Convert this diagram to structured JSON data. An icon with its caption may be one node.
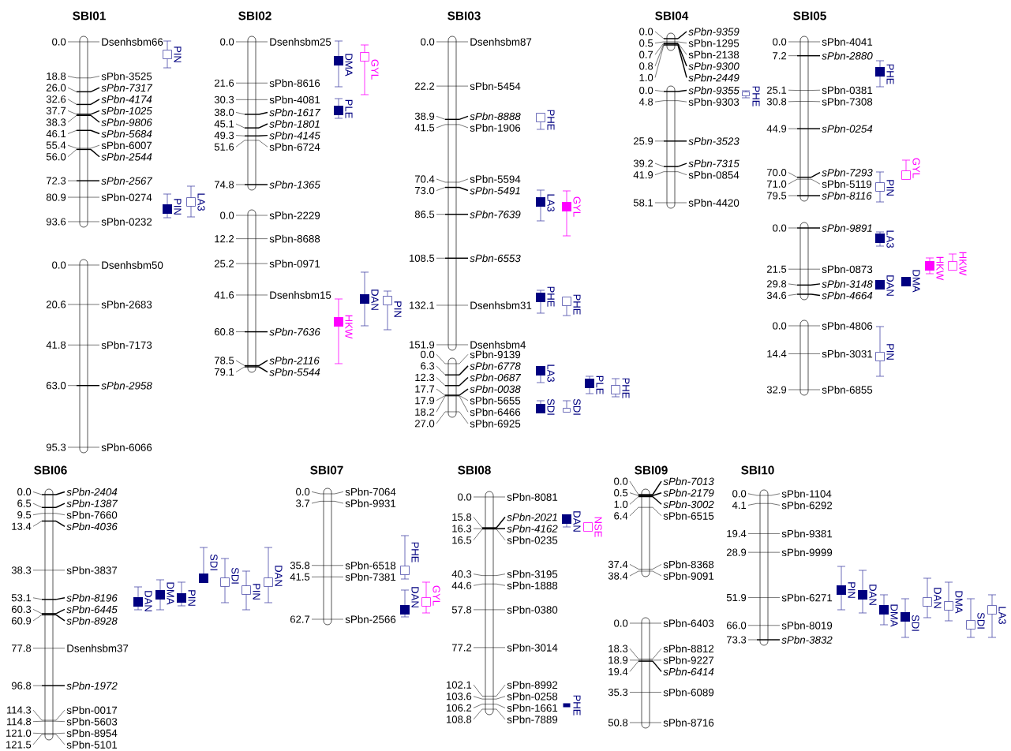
{
  "diagram": {
    "nodes": [
      {
        "text": [],
        "shape": "bar",
        "beside": [
          "0.0",
          "Dsenhsbm66",
          "18.8",
          "sPbn-3525",
          "26.0",
          "sPbn-7317",
          "32.6",
          "sPbn-4174",
          "37.7",
          "sPbn-1025",
          "38.3",
          "sPbn-9806",
          "46.1",
          "sPbn-5684",
          "55.4",
          "sPbn-6007",
          "56.0",
          "sPbn-2544",
          "72.3",
          "sPbn-2567",
          "80.9",
          "sPbn-0274",
          "93.6",
          "sPbn-0232"
        ]
      },
      {
        "text": [],
        "shape": "bar",
        "beside": [
          "0.0",
          "Dsenhsbm50",
          "20.6",
          "sPbn-2683",
          "41.8",
          "sPbn-7173",
          "63.0",
          "sPbn-2958",
          "95.3",
          "sPbn-6066"
        ]
      },
      {
        "text": [],
        "shape": "bar",
        "beside": [
          "0.0",
          "Dsenhsbm25",
          "21.6",
          "sPbn-8616",
          "30.3",
          "sPbn-4081",
          "38.0",
          "sPbn-1617",
          "45.1",
          "sPbn-1801",
          "49.3",
          "sPbn-4145",
          "51.6",
          "sPbn-6724",
          "74.8",
          "sPbn-1365"
        ]
      },
      {
        "text": [],
        "shape": "bar",
        "beside": [
          "0.0",
          "sPbn-2229",
          "12.2",
          "sPbn-8688",
          "25.2",
          "sPbn-0971",
          "41.6",
          "Dsenhsbm15",
          "60.8",
          "sPbn-7636",
          "78.5",
          "sPbn-2116",
          "79.1",
          "sPbn-5544"
        ]
      },
      {
        "text": [],
        "shape": "bar",
        "beside": [
          "0.0",
          "Dsenhsbm87",
          "22.2",
          "sPbn-5454",
          "38.9",
          "sPbn-8888",
          "41.5",
          "sPbn-1906",
          "70.4",
          "sPbn-5594",
          "73.0",
          "sPbn-5491",
          "86.5",
          "sPbn-7639",
          "108.5",
          "sPbn-6553",
          "132.1",
          "Dsenhsbm31",
          "151.9",
          "Dsenhsbm4"
        ]
      },
      {
        "text": [],
        "shape": "bar",
        "beside": [
          "0.0",
          "sPbn-9139",
          "6.3",
          "sPbn-6778",
          "12.3",
          "sPbn-0687",
          "17.7",
          "sPbn-0038",
          "17.9",
          "sPbn-5655",
          "18.2",
          "sPbn-6466",
          "27.0",
          "sPbn-6925"
        ]
      },
      {
        "text": [],
        "shape": "bar",
        "beside": [
          "0.0",
          "sPbn-9359",
          "0.5",
          "sPbn-1295",
          "0.7",
          "sPbn-2138",
          "0.8",
          "sPbn-9300",
          "1.0",
          "sPbn-2449"
        ]
      },
      {
        "text": [],
        "shape": "bar",
        "beside": [
          "0.0",
          "sPbn-9355",
          "4.8",
          "sPbn-9303",
          "25.9",
          "sPbn-3523",
          "39.2",
          "sPbn-7315",
          "41.9",
          "sPbn-0854",
          "58.1",
          "sPbn-4420"
        ]
      },
      {
        "text": [],
        "shape": "bar",
        "beside": [
          "0.0",
          "sPbn-4041",
          "7.2",
          "sPbn-2880",
          "25.1",
          "sPbn-0381",
          "30.8",
          "sPbn-7308",
          "44.9",
          "sPbn-0254",
          "70.0",
          "sPbn-7293",
          "71.0",
          "sPbn-5119",
          "79.5",
          "sPbn-8116"
        ]
      },
      {
        "text": [],
        "shape": "bar",
        "beside": [
          "0.0",
          "sPbn-9891",
          "21.5",
          "sPbn-0873",
          "29.8",
          "sPbn-3148",
          "34.6",
          "sPbn-4664"
        ]
      },
      {
        "text": [],
        "shape": "bar",
        "beside": [
          "0.0",
          "sPbn-4806",
          "14.4",
          "sPbn-3031",
          "32.9",
          "sPbn-6855"
        ]
      },
      {
        "text": [],
        "shape": "bar",
        "beside": [
          "0.0",
          "sPbn-2404",
          "6.5",
          "sPbn-1387",
          "9.5",
          "sPbn-7660",
          "13.4",
          "sPbn-4036",
          "38.3",
          "sPbn-3837",
          "53.1",
          "sPbn-8196",
          "60.3",
          "sPbn-6445",
          "60.9",
          "sPbn-8928",
          "77.8",
          "Dsenhsbm37",
          "96.8",
          "sPbn-1972",
          "114.3",
          "sPbn-0017",
          "114.8",
          "sPbn-5603",
          "121.0",
          "sPbn-8954",
          "121.5",
          "sPbn-5101"
        ]
      },
      {
        "text": [],
        "shape": "bar",
        "beside": [
          "0.0",
          "sPbn-7064",
          "3.7",
          "sPbn-9931",
          "35.8",
          "sPbn-6518",
          "41.5",
          "sPbn-7381",
          "62.7",
          "sPbn-2566"
        ]
      },
      {
        "text": [],
        "shape": "bar",
        "beside": [
          "0.0",
          "sPbn-8081",
          "15.8",
          "sPbn-2021",
          "16.3",
          "sPbn-4162",
          "16.5",
          "sPbn-0235",
          "40.3",
          "sPbn-3195",
          "44.6",
          "sPbn-1888",
          "57.8",
          "sPbn-0380",
          "77.2",
          "sPbn-3014",
          "102.1",
          "sPbn-8992",
          "103.6",
          "sPbn-0258",
          "106.2",
          "sPbn-1661",
          "108.8",
          "sPbn-7889"
        ]
      },
      {
        "text": [],
        "shape": "bar",
        "beside": [
          "0.0",
          "sPbn-7013",
          "0.5",
          "sPbn-2179",
          "1.0",
          "sPbn-3002",
          "6.4",
          "sPbn-6515",
          "37.4",
          "sPbn-8368",
          "38.4",
          "sPbn-9091"
        ]
      },
      {
        "text": [],
        "shape": "bar",
        "beside": [
          "0.0",
          "sPbn-6403",
          "18.3",
          "sPbn-8812",
          "18.9",
          "sPbn-9227",
          "19.4",
          "sPbn-6414",
          "35.3",
          "sPbn-6089",
          "50.8",
          "sPbn-8716"
        ]
      },
      {
        "text": [],
        "shape": "bar",
        "beside": [
          "0.0",
          "sPbn-1104",
          "4.1",
          "sPbn-6292",
          "19.4",
          "sPbn-9381",
          "28.9",
          "sPbn-9999",
          "51.9",
          "sPbn-6271",
          "66.0",
          "sPbn-8019",
          "73.3",
          "sPbn-3832"
        ]
      }
    ],
    "labels": [
      "SBI01",
      "PIN",
      "PIN",
      "LA3",
      "SBI02",
      "DMA",
      "GYL",
      "PLE",
      "HKW",
      "DAN",
      "PIN",
      "SBI03",
      "PHE",
      "LA3",
      "GYL",
      "PHE",
      "PHE",
      "LA3",
      "PLE",
      "PHE",
      "SDI",
      "SDI",
      "SBI04",
      "PHE",
      "SBI05",
      "PHE",
      "GYL",
      "PIN",
      "LA3",
      "DAN",
      "DMA",
      "HKW",
      "HKW",
      "PIN",
      "SBI06",
      "DAN",
      "DMA",
      "PIN",
      "SDI",
      "SDI",
      "PIN",
      "DAN",
      "SBI07",
      "PHE",
      "DAN",
      "GYL",
      "SBI08",
      "DAN",
      "NSE",
      "PHE",
      "SBI09",
      "SBI10",
      "PIN",
      "DAN",
      "DMA",
      "SDI",
      "DAN",
      "DMA",
      "SDI",
      "LA3"
    ]
  }
}
